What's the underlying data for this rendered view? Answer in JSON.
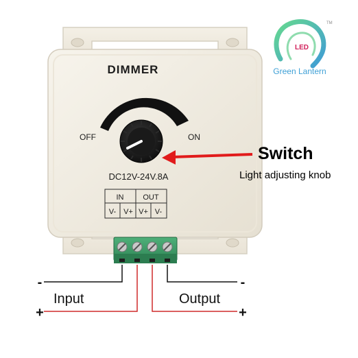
{
  "device": {
    "title": "DIMMER",
    "off_label": "OFF",
    "on_label": "ON",
    "rating": "DC12V-24V.8A",
    "in_label": "IN",
    "out_label": "OUT",
    "terminals": [
      "V-",
      "V+",
      "V+",
      "V-"
    ]
  },
  "callout": {
    "title": "Switch",
    "subtitle": "Light adjusting knob"
  },
  "wiring": {
    "input_label": "Input",
    "output_label": "Output",
    "minus": "-",
    "plus": "+"
  },
  "logo": {
    "badge": "LED",
    "brand": "Green Lantern",
    "trademark": "TM"
  },
  "colors": {
    "housing": "#f3efe4",
    "terminal_block": "#3e9a66",
    "wire_red": "#cf2a2a",
    "wire_black": "#111111",
    "arrow": "#e11b1b",
    "logo_green": "#5fcf8a",
    "logo_blue": "#3f9bd6"
  }
}
